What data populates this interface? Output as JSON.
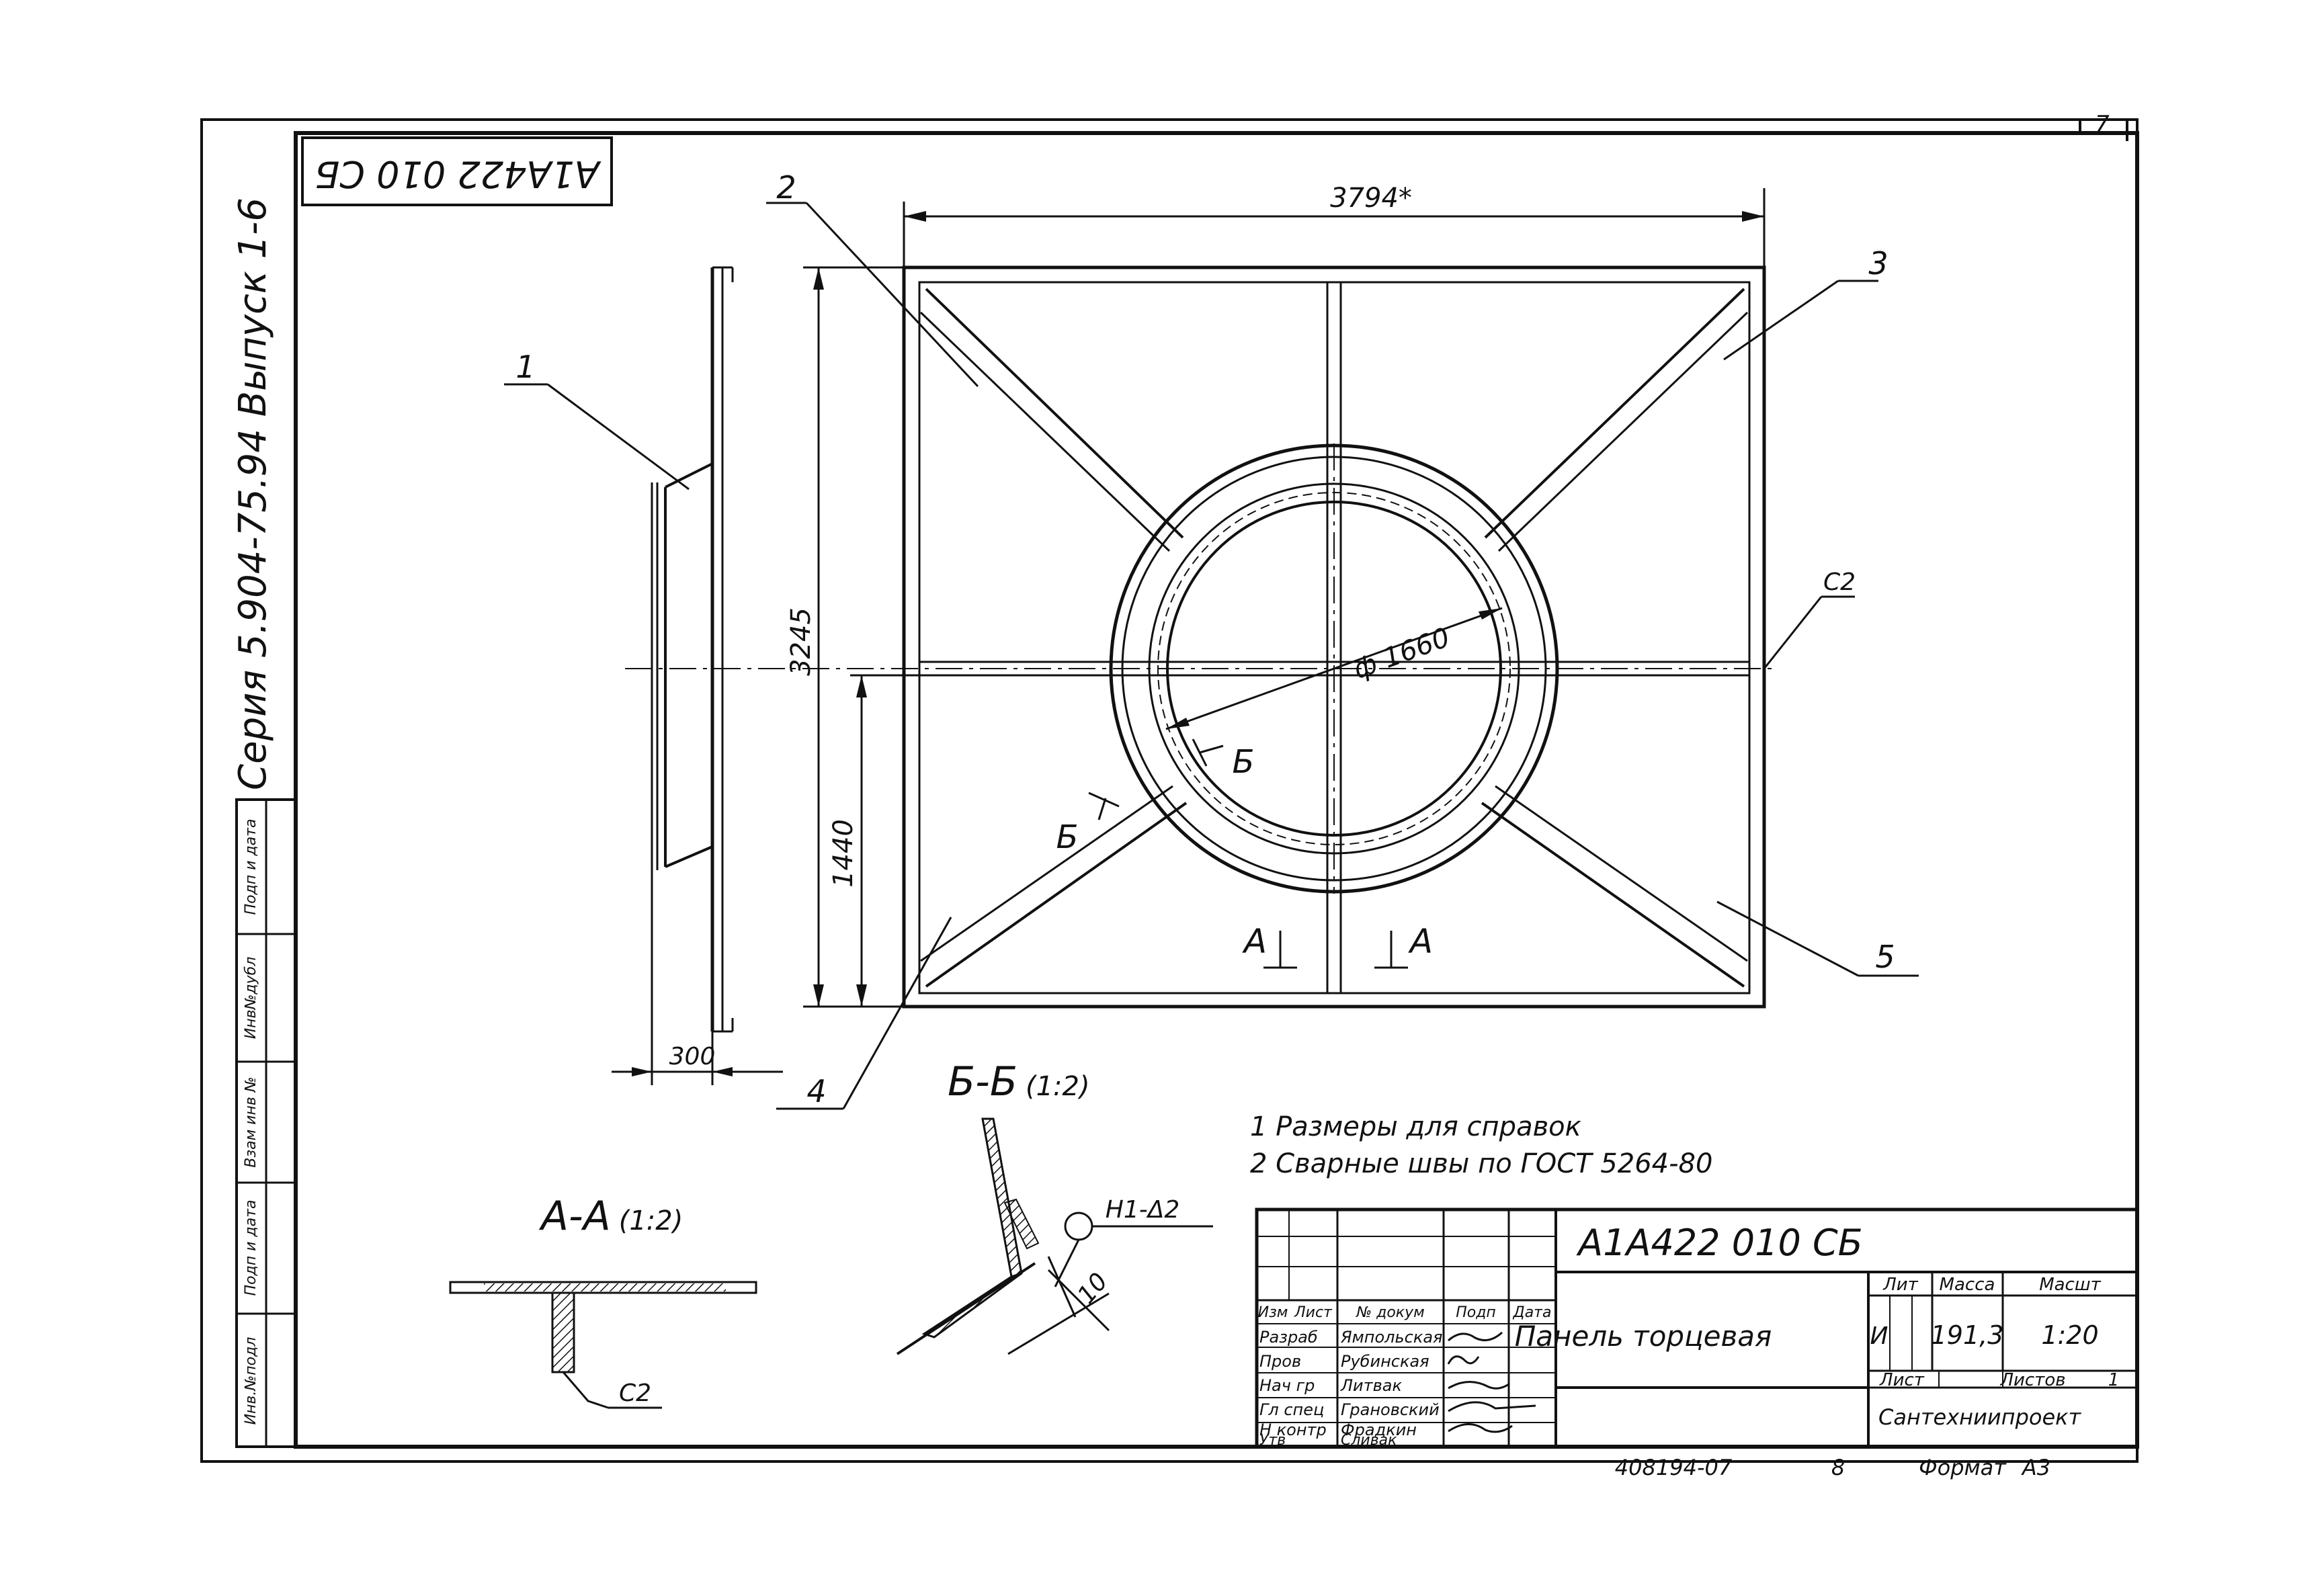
{
  "sheet": {
    "page_number": "7",
    "stamp_code": "А1А422 010 СБ",
    "series": "Серия 5.904-75.94 Выпуск 1-6"
  },
  "side_columns": [
    "Инв.№подл",
    "Подп и дата",
    "Взам инв №",
    "Инв№дубл",
    "Подп и дата"
  ],
  "drawing": {
    "dim_width": "3794*",
    "dim_height": "3245",
    "dim_lower": "1440",
    "dim_side": "300",
    "diameter": "ф 1660",
    "callouts": [
      "1",
      "2",
      "3",
      "4",
      "5"
    ],
    "weld_c2": "С2",
    "section_b": "Б",
    "section_a": "А"
  },
  "sections": {
    "aa_title": "А-А",
    "aa_scale": "(1:2)",
    "aa_weld": "С2",
    "bb_title": "Б-Б",
    "bb_scale": "(1:2)",
    "bb_weld": "Н1-Δ2",
    "bb_dim": "10"
  },
  "notes": [
    "1 Размеры для справок",
    "2 Сварные швы по ГОСТ 5264-80"
  ],
  "title_block": {
    "designation": "А1А422 010 СБ",
    "name": "Панель торцевая",
    "lit_header": "Лит",
    "mass_header": "Масса",
    "scale_header": "Масшт",
    "lit": "И",
    "mass": "191,3",
    "scale": "1:20",
    "sheet_label": "Лист",
    "sheets_label": "Листов",
    "sheets_count": "1",
    "organization": "Сантехниипроект",
    "col_headers": [
      "Изм",
      "Лист",
      "№ докум",
      "Подп",
      "Дата"
    ],
    "roles": [
      {
        "role": "Разраб",
        "name": "Ямпольская"
      },
      {
        "role": "Пров",
        "name": "Рубинская"
      },
      {
        "role": "Нач гр",
        "name": "Литвак"
      },
      {
        "role": "Гл спец",
        "name": "Грановский"
      },
      {
        "role": "Н контр",
        "name": "Фрадкин"
      },
      {
        "role": "Утв",
        "name": "Сливак"
      }
    ]
  },
  "footer": {
    "doc_number": "408194-07",
    "page": "8",
    "format_label": "Формат",
    "format_value": "А3"
  }
}
